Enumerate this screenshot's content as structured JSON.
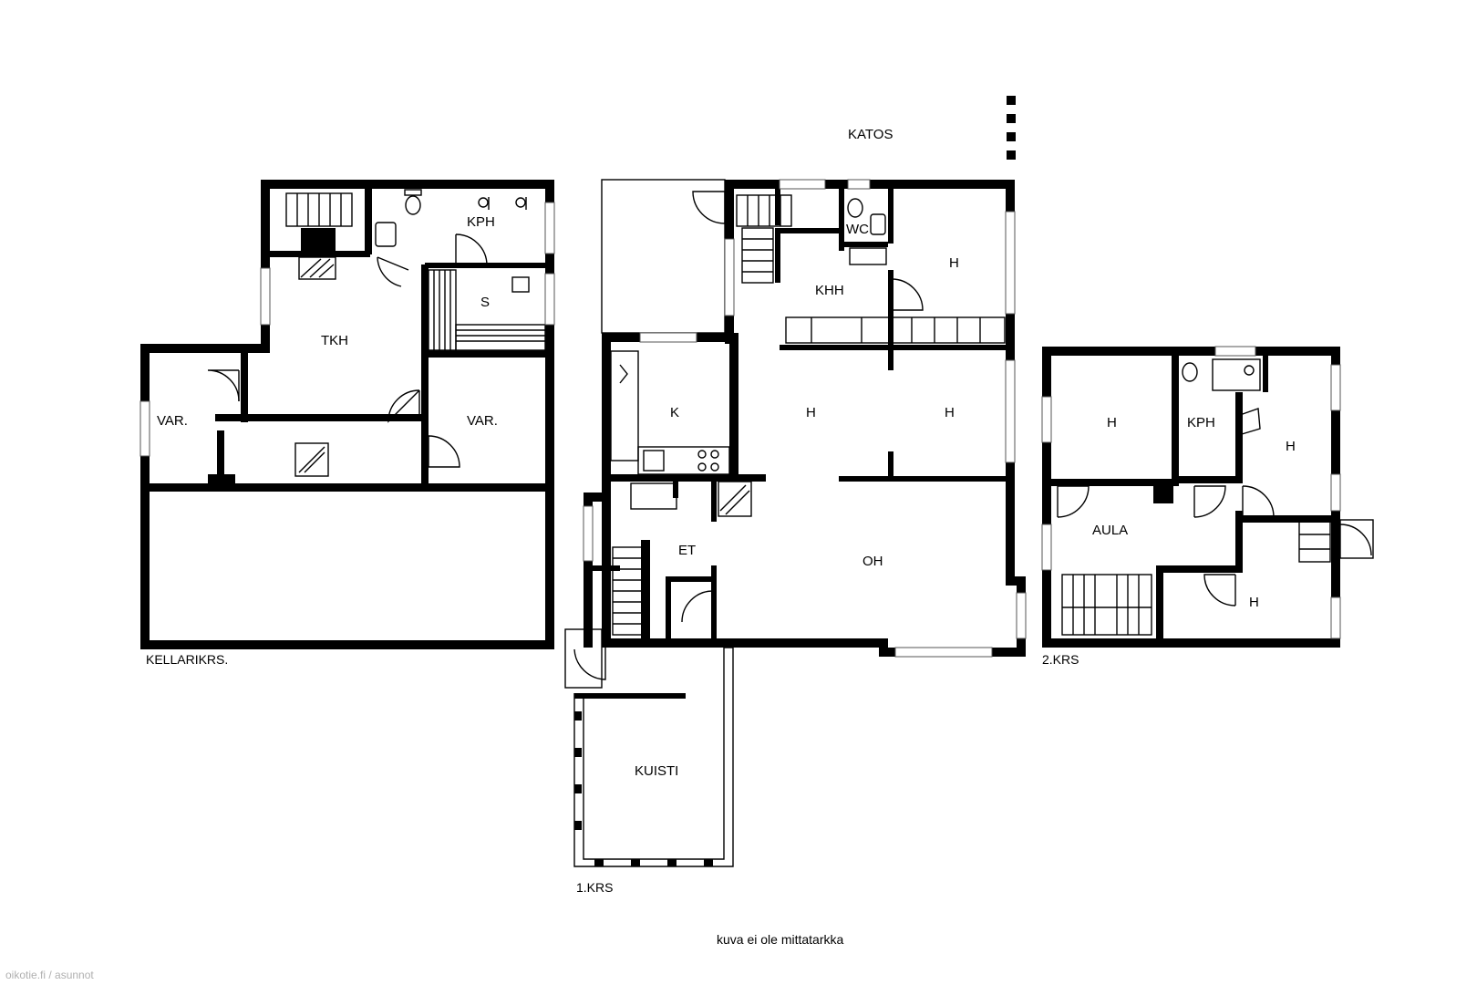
{
  "rooms": {
    "basement": {
      "var_left": "VAR.",
      "tkh": "TKH",
      "kph": "KPH",
      "sauna": "S",
      "var_right": "VAR.",
      "floor_label": "KELLARIKRS."
    },
    "first": {
      "katos": "KATOS",
      "wc": "WC",
      "khh": "KHH",
      "h_top_right": "H",
      "k": "K",
      "h_mid": "H",
      "h_right": "H",
      "et": "ET",
      "oh": "OH",
      "kuisti": "KUISTI",
      "floor_label": "1.KRS"
    },
    "second": {
      "h_left": "H",
      "kph": "KPH",
      "h_right": "H",
      "aula": "AULA",
      "h_bottom": "H",
      "floor_label": "2.KRS"
    }
  },
  "disclaimer": "kuva ei ole mittatarkka",
  "watermark": "oikotie.fi / asunnot"
}
